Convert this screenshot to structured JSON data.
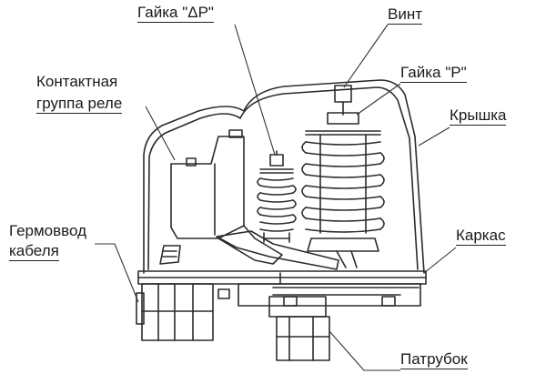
{
  "labels": {
    "nut_dp": "Гайка \"ΔР\"",
    "screw": "Винт",
    "nut_p": "Гайка \"Р\"",
    "contact_line1": "Контактная",
    "contact_line2": "группа реле",
    "cover": "Крышка",
    "cable_line1": "Гермоввод",
    "cable_line2": "кабеля",
    "frame": "Каркас",
    "nozzle": "Патрубок"
  },
  "colors": {
    "line": "#2b2b2b",
    "hatch": "#555555",
    "leader": "#333333",
    "background": "#ffffff"
  }
}
